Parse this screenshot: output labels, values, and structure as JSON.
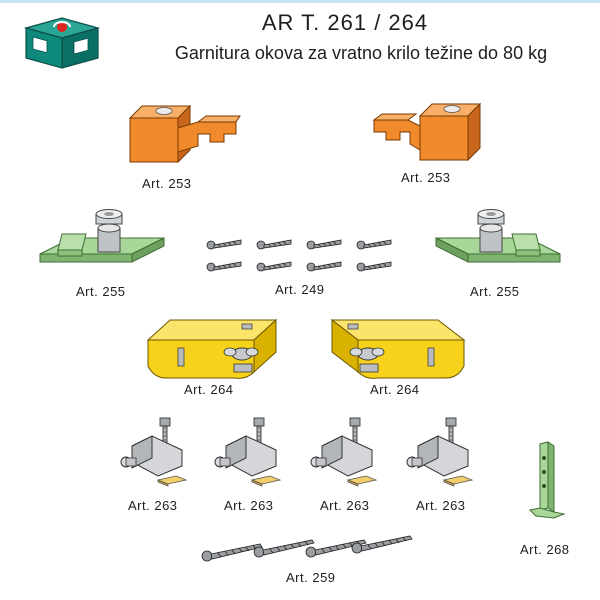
{
  "header": {
    "title": "AR T. 261 / 264",
    "subtitle": "Garnitura okova za vratno krilo težine do 80 kg"
  },
  "colors": {
    "orange": "#f08a2c",
    "green": "#a9d79a",
    "yellow": "#f6d21a",
    "steel": "#c7c9cc",
    "logo": "#0e8a7d"
  },
  "parts": [
    {
      "label": "Art. 253",
      "icon": "carriage-block-icon"
    },
    {
      "label": "Art. 253",
      "icon": "carriage-block-icon"
    },
    {
      "label": "Art. 255",
      "icon": "guide-roller-plate-icon"
    },
    {
      "label": "Art. 249",
      "icon": "short-screws-icon"
    },
    {
      "label": "Art. 255",
      "icon": "guide-roller-plate-icon"
    },
    {
      "label": "Art. 264",
      "icon": "hanger-bracket-icon"
    },
    {
      "label": "Art. 264",
      "icon": "hanger-bracket-icon"
    },
    {
      "label": "Art. 263",
      "icon": "suspension-bolt-bracket-icon"
    },
    {
      "label": "Art. 263",
      "icon": "suspension-bolt-bracket-icon"
    },
    {
      "label": "Art. 263",
      "icon": "suspension-bolt-bracket-icon"
    },
    {
      "label": "Art. 263",
      "icon": "suspension-bolt-bracket-icon"
    },
    {
      "label": "Art. 268",
      "icon": "stopper-bar-icon"
    },
    {
      "label": "Art. 259",
      "icon": "long-screws-icon"
    }
  ]
}
